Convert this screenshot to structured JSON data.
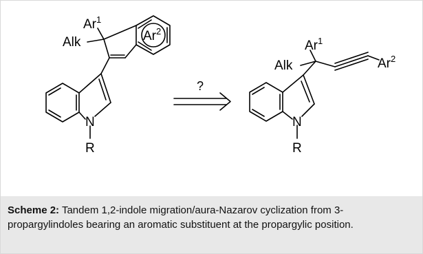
{
  "scheme": {
    "reactant": {
      "ar1_base": "Ar",
      "ar1_sup": "1",
      "ar2_base": "Ar",
      "ar2_sup": "2",
      "alk": "Alk",
      "n": "N",
      "r": "R"
    },
    "arrow_label": "?",
    "product": {
      "ar1_base": "Ar",
      "ar1_sup": "1",
      "ar2_base": "Ar",
      "ar2_sup": "2",
      "alk": "Alk",
      "n": "N",
      "r": "R"
    }
  },
  "caption": {
    "label": "Scheme 2:",
    "text": " Tandem 1,2-indole migration/aura-Nazarov cyclization from 3-propargylindoles bearing an aromatic substituent at the propargylic position."
  }
}
